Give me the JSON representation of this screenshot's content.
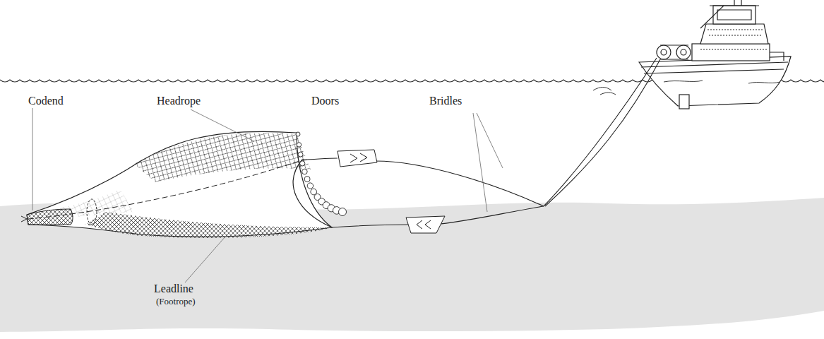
{
  "diagram": {
    "labels": [
      "Codend",
      "Headrope",
      "Doors",
      "Bridles",
      "Leadline",
      "(Footrope)"
    ]
  }
}
